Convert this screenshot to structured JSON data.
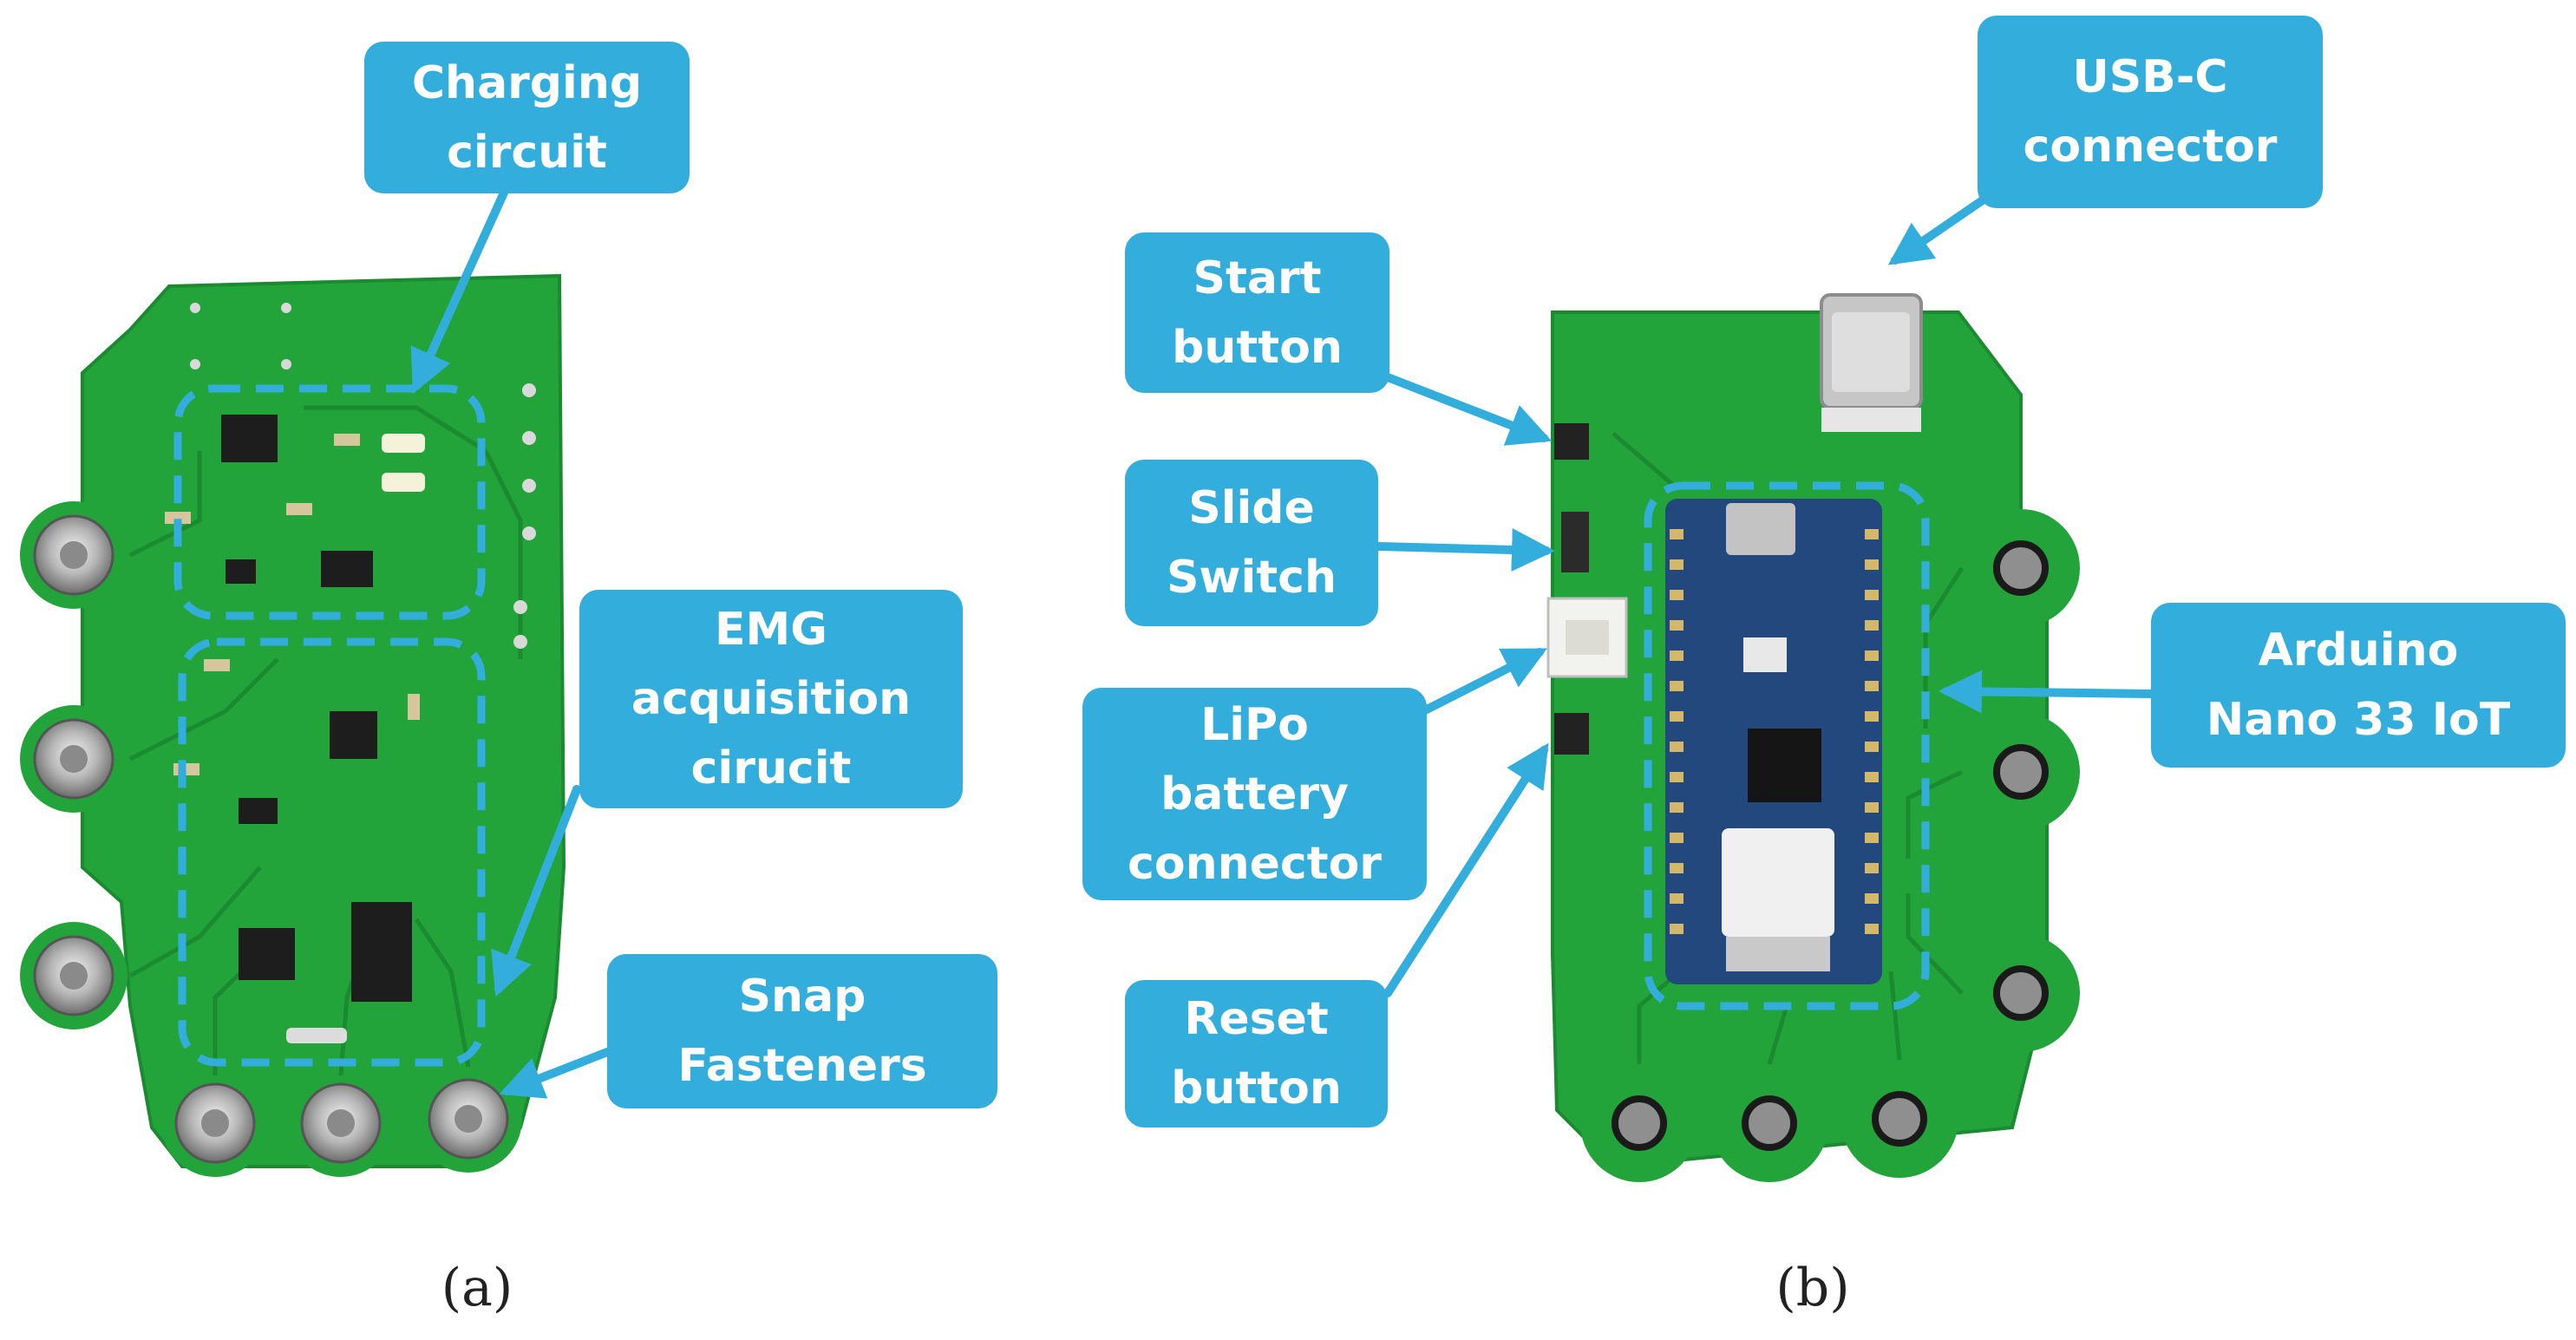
{
  "colors": {
    "callout": "#33aedc",
    "callout_text": "#ffffff",
    "pcb": "#23a43a",
    "pcb_dark": "#1c8a30",
    "dashed_region": "#33aedc",
    "arrow": "#33aedc"
  },
  "panel_a": {
    "caption": "(a)",
    "labels": {
      "charging_circuit": [
        "Charging",
        "circuit"
      ],
      "emg_circuit": [
        "EMG",
        "acquisition",
        "cirucit"
      ],
      "snap_fasteners": [
        "Snap",
        "Fasteners"
      ]
    }
  },
  "panel_b": {
    "caption": "(b)",
    "labels": {
      "usb_c": [
        "USB-C",
        "connector"
      ],
      "start_button": [
        "Start",
        "button"
      ],
      "slide_switch": [
        "Slide",
        "Switch"
      ],
      "lipo_connector": [
        "LiPo",
        "battery",
        "connector"
      ],
      "reset_button": [
        "Reset",
        "button"
      ],
      "arduino": [
        "Arduino",
        "Nano 33 IoT"
      ]
    }
  }
}
